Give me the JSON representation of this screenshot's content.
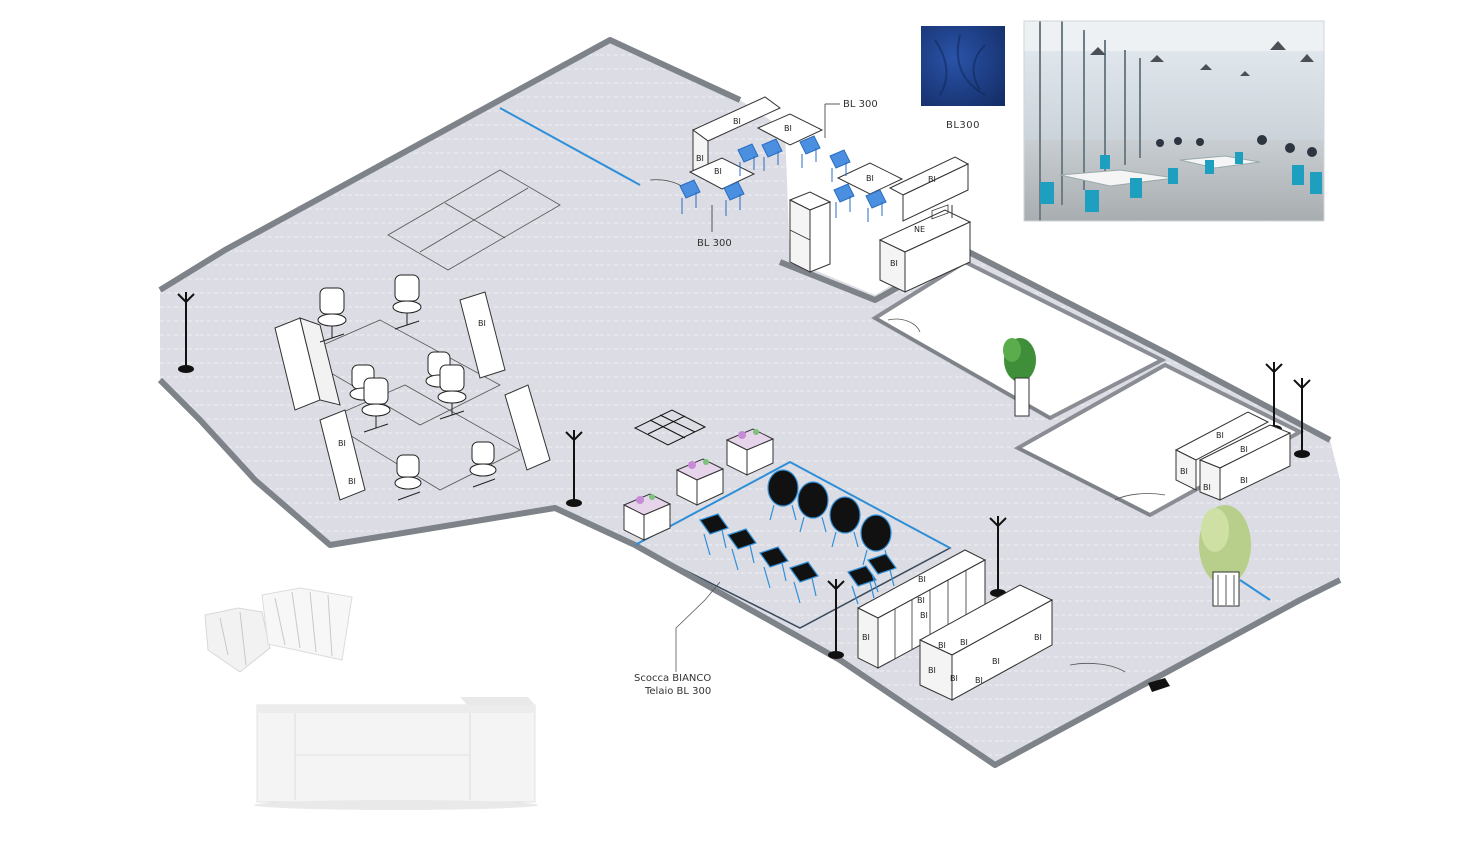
{
  "swatch": {
    "label": "BL300",
    "color": "#1f3f86"
  },
  "annotations": {
    "callout_top": "BL 300",
    "callout_chairs": "BL 300",
    "seat_line1": "Scocca BIANCO",
    "seat_line2": "Telaio BL 300"
  },
  "codes": {
    "white": "BI",
    "black": "NE"
  },
  "colors": {
    "floor": "#dcdde4",
    "wall": "#7e8289",
    "accent_blue": "#2f8fd8",
    "chair_blue": "#4a8fe0",
    "chair_black": "#111111",
    "furniture": "#ffffff"
  }
}
